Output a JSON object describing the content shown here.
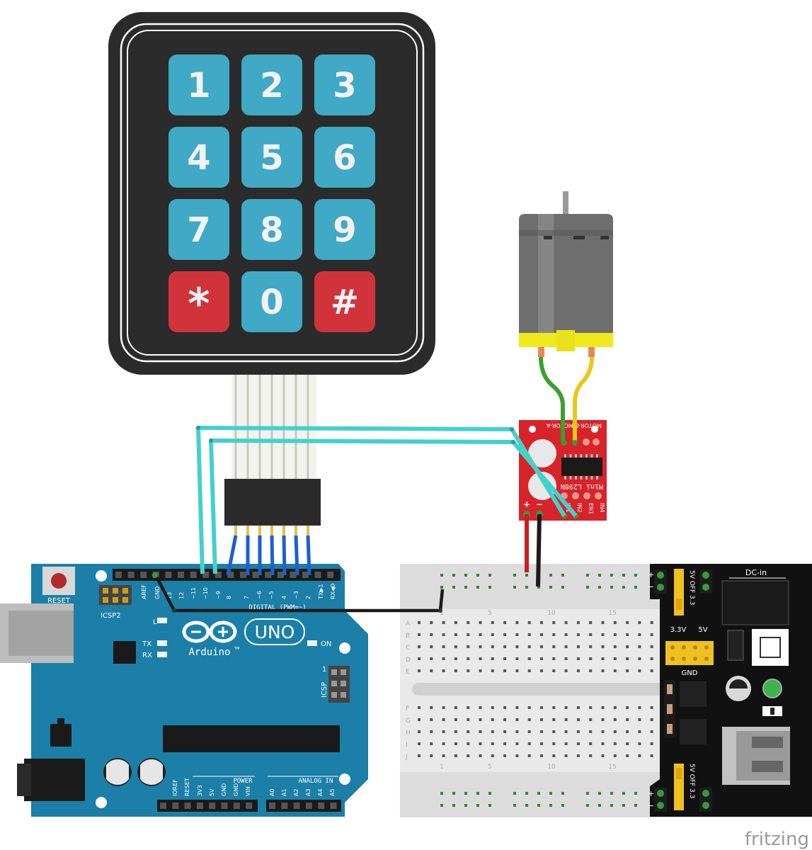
{
  "keypad": {
    "keys": [
      "1",
      "2",
      "3",
      "4",
      "5",
      "6",
      "7",
      "8",
      "9",
      "*",
      "0",
      "#"
    ],
    "colors": {
      "blue": "#3fa9c6",
      "red": "#d0343a",
      "body": "#2b2b2b"
    }
  },
  "arduino": {
    "reset_label": "RESET",
    "icsp2_label": "ICSP2",
    "icsp_label": "ICSP",
    "aref_label": "AREF",
    "gnd_label": "GND",
    "digital_label": "DIGITAL (PWM=~)",
    "digital_pins": [
      "13",
      "12",
      "~11",
      "~10",
      "~9",
      "8",
      "7",
      "~6",
      "~5",
      "4",
      "~3",
      "2",
      "TX▶1",
      "RX◀0"
    ],
    "l_label": "L",
    "tx_label": "TX",
    "rx_label": "RX",
    "on_label": "ON",
    "uno_label": "UNO",
    "brand_label": "Arduino",
    "tm": "TM",
    "icsp_one": "1",
    "power_label": "POWER",
    "analog_label": "ANALOG IN",
    "power_pins": [
      "IOREF",
      "RESET",
      "3V3",
      "5V",
      "GND",
      "GND",
      "VIN"
    ],
    "analog_pins": [
      "A0",
      "A1",
      "A2",
      "A3",
      "A4",
      "A5"
    ],
    "color": "#1b7fa8"
  },
  "driver": {
    "title": "MOTOR-B  MOTOR-A",
    "chip_label": "Mini L298N",
    "pins": [
      "IN1",
      "IN2",
      "EN1",
      "IN4"
    ],
    "plus": "+",
    "minus": "−",
    "color": "#d8232a"
  },
  "breadboard": {
    "rows_top": [
      "A",
      "B",
      "C",
      "D",
      "E"
    ],
    "rows_bottom": [
      "F",
      "G",
      "H",
      "I",
      "J"
    ],
    "col_numbers": [
      "1",
      "5",
      "10",
      "15"
    ]
  },
  "power_module": {
    "dc_in": "DC-in",
    "label_5v_off_33": "5V OFF 3.3",
    "label_33v": "3.3V",
    "label_5v": "5V",
    "label_gnd": "GND",
    "plus": "+",
    "minus": "−"
  },
  "watermark": "fritzing"
}
